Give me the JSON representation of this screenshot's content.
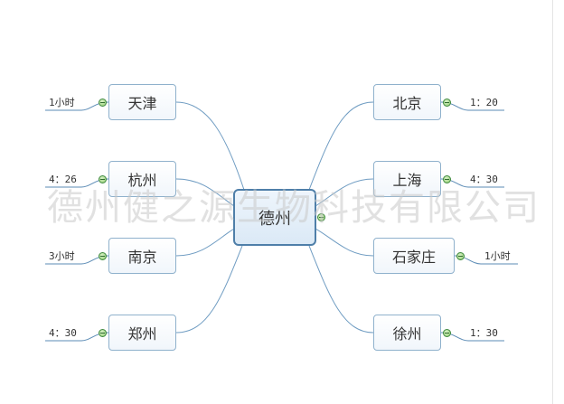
{
  "diagram": {
    "center": {
      "label": "德州"
    },
    "left_branches": [
      {
        "label": "天津",
        "leaf": "1小时"
      },
      {
        "label": "杭州",
        "leaf": "4：26"
      },
      {
        "label": "南京",
        "leaf": "3小时"
      },
      {
        "label": "郑州",
        "leaf": "4：30"
      }
    ],
    "right_branches": [
      {
        "label": "北京",
        "leaf": "1：20"
      },
      {
        "label": "上海",
        "leaf": "4：30"
      },
      {
        "label": "石家庄",
        "leaf": "1小时"
      },
      {
        "label": "徐州",
        "leaf": "1：30"
      }
    ]
  },
  "watermark": {
    "text": "德州健之源生物科技有限公司"
  },
  "colors": {
    "connector": "#6f9cc2",
    "leaf_underline": "#5b8bb5",
    "node_border": "#8fb1cc",
    "center_border": "#4f7fa9",
    "collapse_button": "#8dc86b"
  },
  "icons": {
    "collapse": "collapse-minus-icon"
  }
}
